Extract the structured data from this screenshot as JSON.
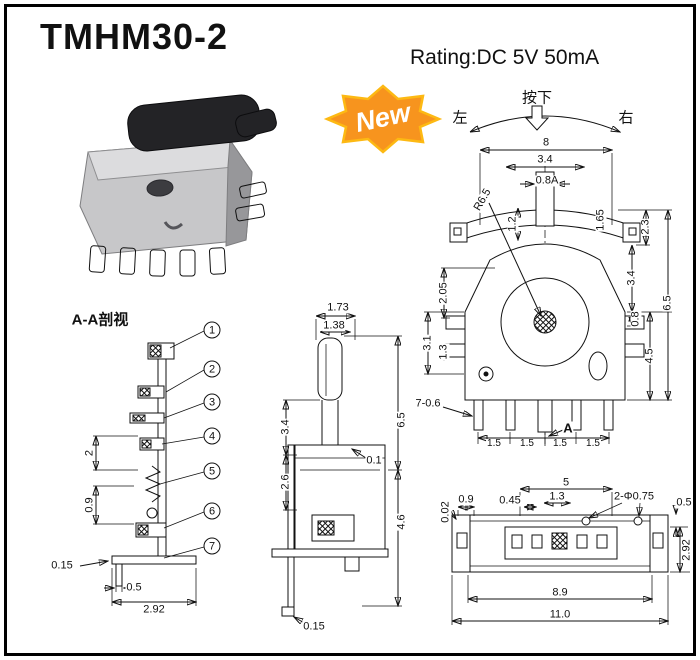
{
  "header": {
    "title": "TMHM30-2",
    "rating": "Rating:DC 5V 50mA",
    "badge": "New"
  },
  "annotations": {
    "left": "左",
    "press": "按下",
    "right": "右"
  },
  "front_view": {
    "dims": {
      "overall_width": "8",
      "plate_width": "3.4",
      "stem_width": "0.8A",
      "radius": "R6.5",
      "lever_thickness": "1.65",
      "top_height": "2.3",
      "overall_height": "6.5",
      "stem_depth": "1.2",
      "upper_height": "3.4",
      "gap": "0.8",
      "body_height": "4.5",
      "left_upper": "2.05",
      "left_mid": "3.1",
      "left_lower": "1.3",
      "pin_spec": "7-0.6",
      "pitch": [
        "1.5",
        "1.5",
        "1.5",
        "1.5"
      ],
      "section_mark": "A"
    }
  },
  "section_view": {
    "label": "A-A剖视",
    "callouts": [
      "1",
      "2",
      "3",
      "4",
      "5",
      "6",
      "7"
    ],
    "dims": {
      "upper": "2",
      "lower": "0.9",
      "plate": "0.15",
      "foot": "0.5",
      "width": "2.92"
    }
  },
  "side_view": {
    "dims": {
      "lever_top": "1.73",
      "lever_width": "1.38",
      "upper": "3.4",
      "lower": "2.6",
      "overall": "6.5",
      "edge": "0.1",
      "body": "4.6",
      "plate": "0.15"
    }
  },
  "bottom_view": {
    "dims": {
      "width": "5",
      "inner": "1.3",
      "pad": "0.45",
      "edge": "0.9",
      "flatness": "0.02",
      "holes": "2-Φ0.75",
      "corner": "0.5",
      "depth": "2.92",
      "pins_span": "8.9",
      "overall": "11.0"
    }
  },
  "colors": {
    "badge": "#f7941e",
    "badge_edge": "#fdb913",
    "line": "#111111"
  }
}
